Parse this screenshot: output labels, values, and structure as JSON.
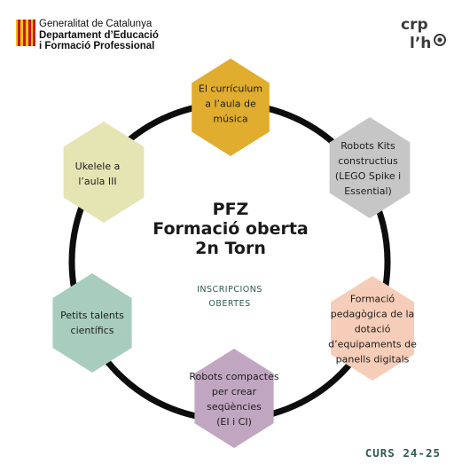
{
  "header": {
    "line1": "Generalitat de Catalunya",
    "line2": "Departament d’Educació",
    "line3": "i Formació Professional"
  },
  "crp_logo": {
    "line1": "crp",
    "line2": "l’h"
  },
  "center": {
    "title_lines": [
      "PFZ",
      "Formació oberta",
      "2n Torn"
    ],
    "sub_lines": [
      "INSCRIPCIONS",
      "OBERTES"
    ]
  },
  "nodes": [
    {
      "lines": [
        "El currículum",
        "a l’aula de",
        "música"
      ],
      "color": "#e1ad2f"
    },
    {
      "lines": [
        "Robots Kits",
        "constructius",
        "(LEGO Spike i",
        "Essential)"
      ],
      "color": "#c6c6c6"
    },
    {
      "lines": [
        "Formació",
        "pedagògica de la",
        "dotació",
        "d’equipaments de",
        "panells digitals"
      ],
      "color": "#f6cdb8"
    },
    {
      "lines": [
        "Robots compactes",
        "per crear",
        "seqüències",
        "(EI i CI)"
      ],
      "color": "#c1a6c1"
    },
    {
      "lines": [
        "Petits talents",
        "científics"
      ],
      "color": "#a8cdbe"
    },
    {
      "lines": [
        "Ukelele a",
        "l’aula III"
      ],
      "color": "#e5e4b3"
    }
  ],
  "course": "CURS 24-25",
  "colors": {
    "ring": "#0d0d0d",
    "accent_text": "#2f5a52",
    "logo_red": "#c4172c",
    "logo_yellow": "#f3c20f"
  }
}
